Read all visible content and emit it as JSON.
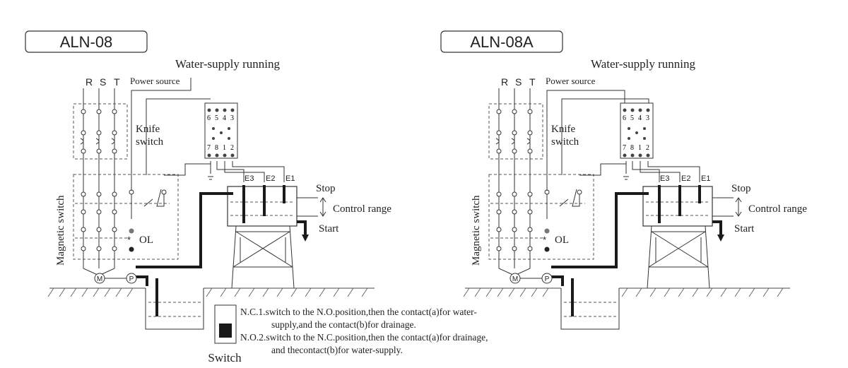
{
  "panels": [
    {
      "model": "ALN-08",
      "title": "Water-supply running",
      "phases": [
        "R",
        "S",
        "T"
      ],
      "power_source": "Power source",
      "knife_switch": [
        "Knife",
        "switch"
      ],
      "magnetic_switch": "Magnetic switch",
      "overload": "OL",
      "motor": "M",
      "pump": "P",
      "relay_top_pins": [
        "6",
        "5",
        "4",
        "3"
      ],
      "relay_bottom_pins": [
        "7",
        "8",
        "1",
        "2"
      ],
      "electrodes": [
        "E3",
        "E2",
        "E1"
      ],
      "stop": "Stop",
      "control_range": "Control range",
      "start": "Start"
    },
    {
      "model": "ALN-08A",
      "title": "Water-supply running",
      "phases": [
        "R",
        "S",
        "T"
      ],
      "power_source": "Power source",
      "knife_switch": [
        "Knife",
        "switch"
      ],
      "magnetic_switch": "Magnetic switch",
      "overload": "OL",
      "motor": "M",
      "pump": "P",
      "relay_top_pins": [
        "6",
        "5",
        "4",
        "3"
      ],
      "relay_bottom_pins": [
        "7",
        "8",
        "1",
        "2"
      ],
      "electrodes": [
        "E3",
        "E2",
        "E1"
      ],
      "stop": "Stop",
      "control_range": "Control range",
      "start": "Start"
    }
  ],
  "switch_label": "Switch",
  "notes": [
    "N.C.1.switch to the N.O.position,then the contact(a)for water-",
    "supply,and the contact(b)for drainage.",
    "N.O.2.switch to the N.C.position,then the contact(a)for drainage,",
    "and thecontact(b)for water-supply."
  ]
}
